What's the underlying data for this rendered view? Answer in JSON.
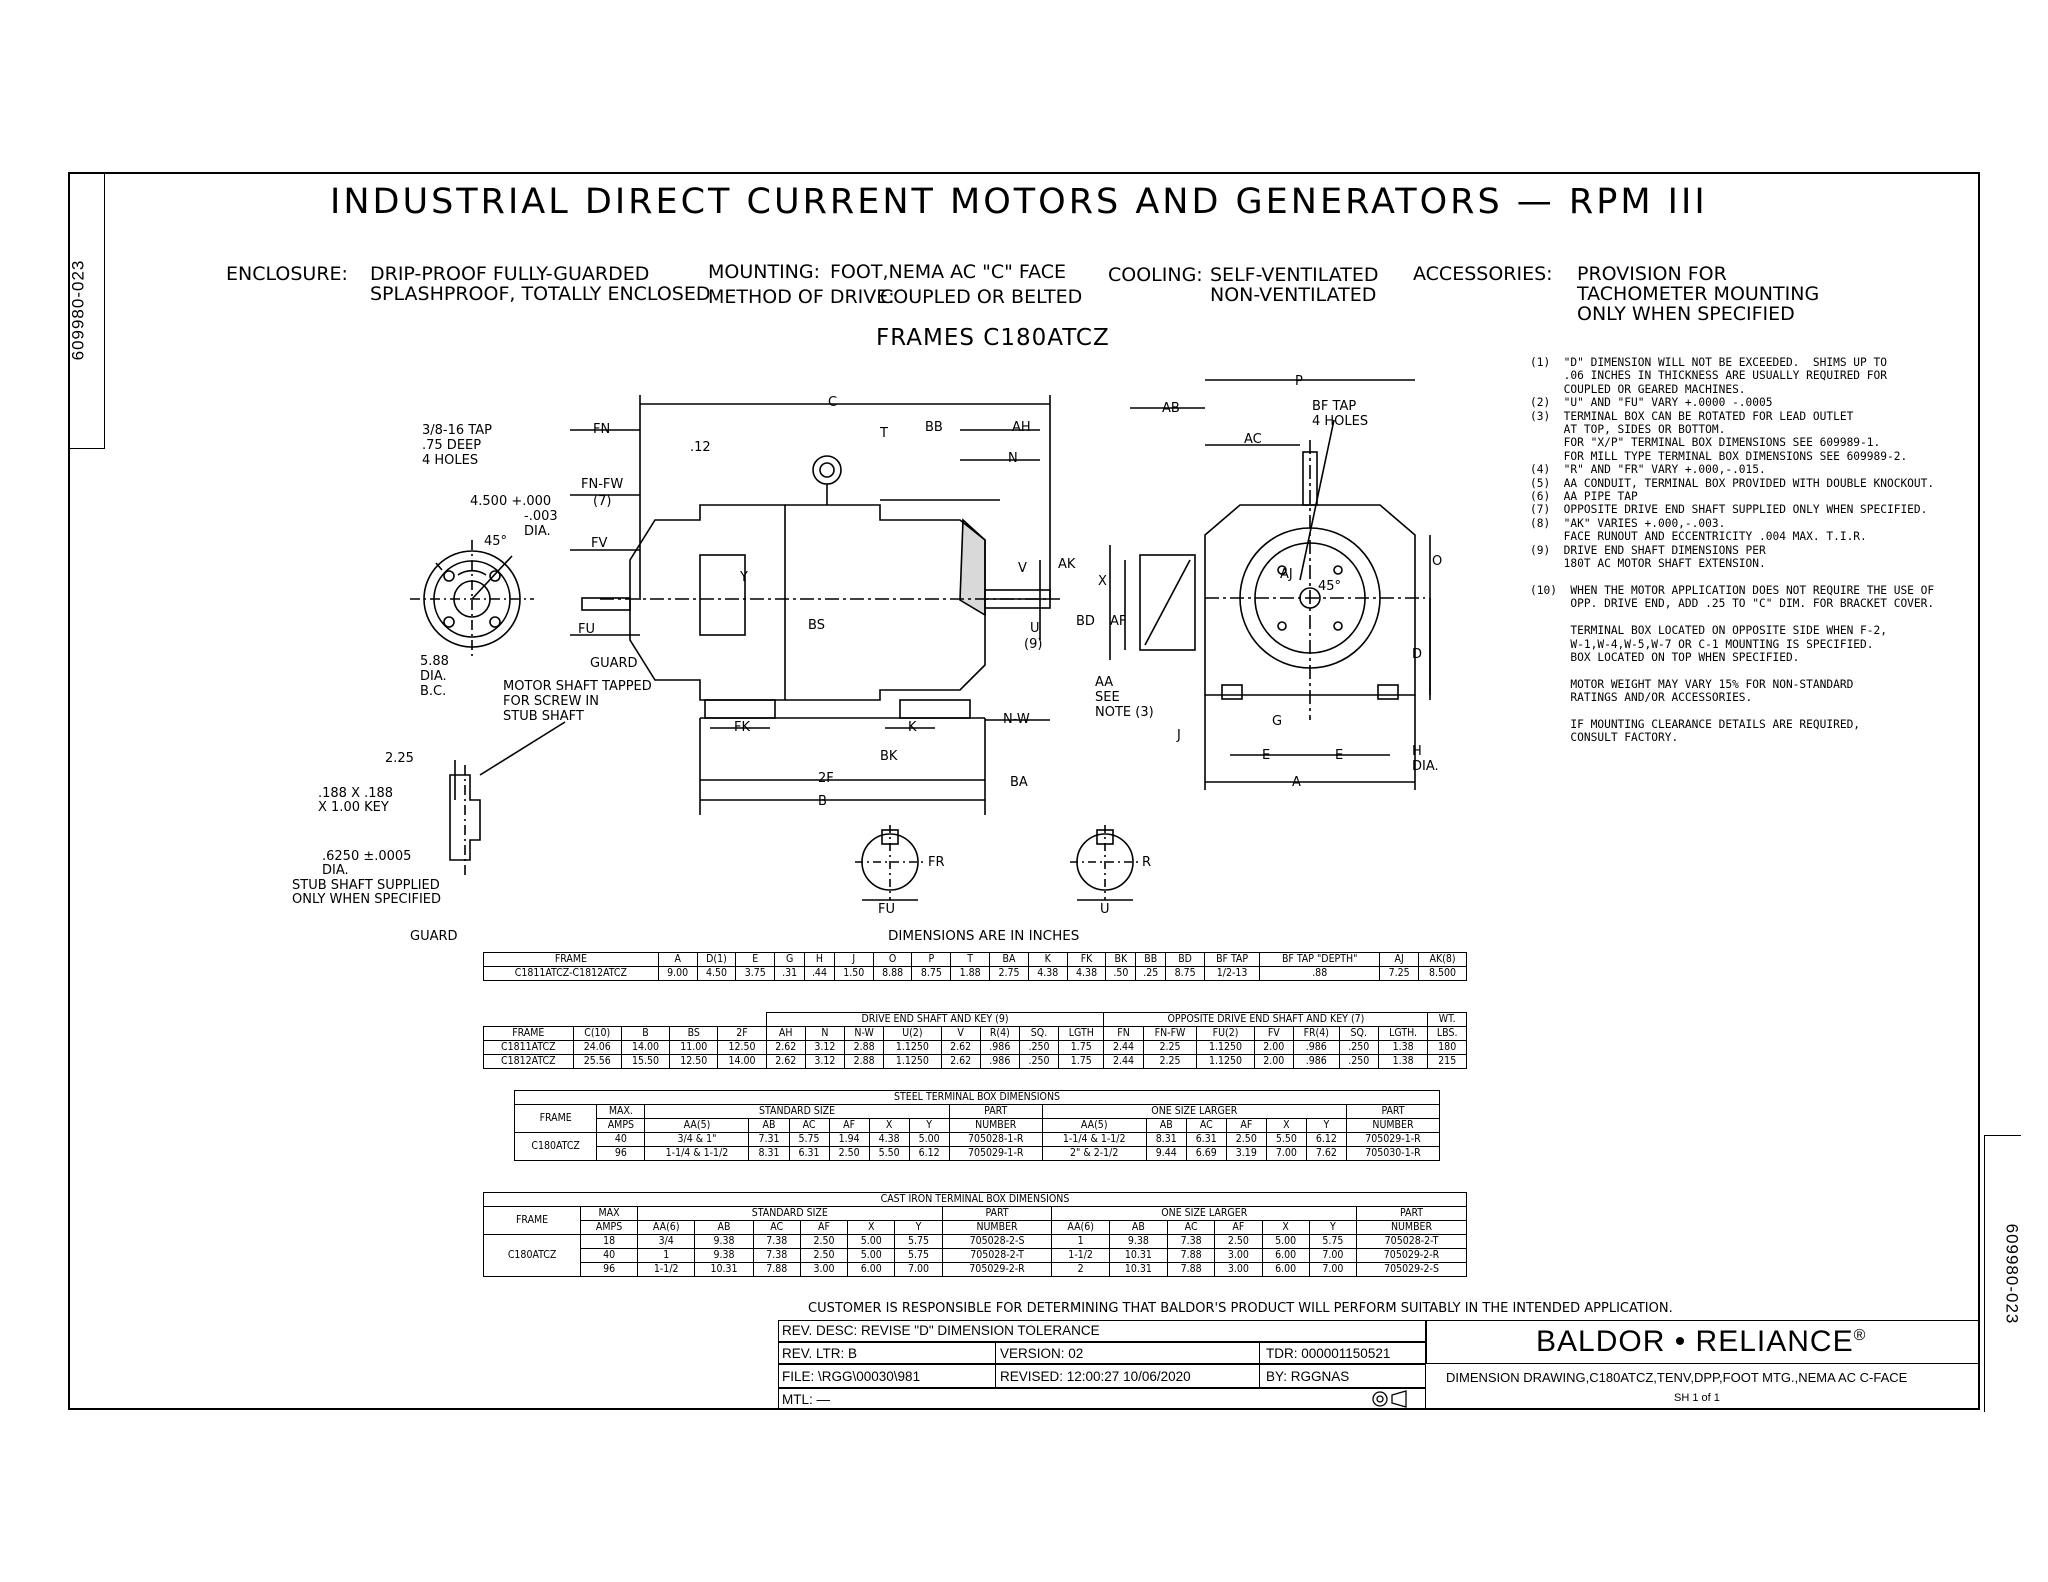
{
  "doc_number": "609980-023",
  "title": "INDUSTRIAL DIRECT CURRENT MOTORS AND GENERATORS — RPM III",
  "specs": {
    "enclosure_label": "ENCLOSURE:",
    "enclosure_values": [
      "DRIP-PROOF FULLY-GUARDED",
      "SPLASHPROOF, TOTALLY ENCLOSED"
    ],
    "mounting_label": "MOUNTING:",
    "mounting_value": "FOOT,NEMA AC \"C\" FACE",
    "drive_label": "METHOD OF DRIVE:",
    "drive_value": "COUPLED OR BELTED",
    "cooling_label": "COOLING:",
    "cooling_values": [
      "SELF-VENTILATED",
      "NON-VENTILATED"
    ],
    "accessories_label": "ACCESSORIES:",
    "accessories_values": [
      "PROVISION FOR",
      "TACHOMETER MOUNTING",
      "ONLY WHEN SPECIFIED"
    ]
  },
  "frames_heading": "FRAMES C180ATCZ",
  "notes": [
    "(1)  \"D\" DIMENSION WILL NOT BE EXCEEDED.  SHIMS UP TO",
    "     .06 INCHES IN THICKNESS ARE USUALLY REQUIRED FOR",
    "     COUPLED OR GEARED MACHINES.",
    "(2)  \"U\" AND \"FU\" VARY +.0000 -.0005",
    "(3)  TERMINAL BOX CAN BE ROTATED FOR LEAD OUTLET",
    "     AT TOP, SIDES OR BOTTOM.",
    "     FOR \"X/P\" TERMINAL BOX DIMENSIONS SEE 609989-1.",
    "     FOR MILL TYPE TERMINAL BOX DIMENSIONS SEE 609989-2.",
    "(4)  \"R\" AND \"FR\" VARY +.000,-.015.",
    "(5)  AA CONDUIT, TERMINAL BOX PROVIDED WITH DOUBLE KNOCKOUT.",
    "(6)  AA PIPE TAP",
    "(7)  OPPOSITE DRIVE END SHAFT SUPPLIED ONLY WHEN SPECIFIED.",
    "(8)  \"AK\" VARIES +.000,-.003.",
    "     FACE RUNOUT AND ECCENTRICITY .004 MAX. T.I.R.",
    "(9)  DRIVE END SHAFT DIMENSIONS PER",
    "     180T AC MOTOR SHAFT EXTENSION.",
    "",
    "(10)  WHEN THE MOTOR APPLICATION DOES NOT REQUIRE THE USE OF",
    "      OPP. DRIVE END, ADD .25 TO \"C\" DIM. FOR BRACKET COVER.",
    "",
    "      TERMINAL BOX LOCATED ON OPPOSITE SIDE WHEN F-2,",
    "      W-1,W-4,W-5,W-7 OR C-1 MOUNTING IS SPECIFIED.",
    "      BOX LOCATED ON TOP WHEN SPECIFIED.",
    "",
    "      MOTOR WEIGHT MAY VARY 15% FOR NON-STANDARD",
    "      RATINGS AND/OR ACCESSORIES.",
    "",
    "      IF MOUNTING CLEARANCE DETAILS ARE REQUIRED,",
    "      CONSULT FACTORY."
  ],
  "drawing_labels": {
    "tap": "3/8-16 TAP",
    "deep": ".75 DEEP",
    "holes4": "4 HOLES",
    "bolt_circle": "4.500 +.000",
    "bolt_tol": "-.003",
    "bolt_dia": "DIA.",
    "angle45": "45°",
    "dia588": "5.88",
    "dia": "DIA.",
    "bc": "B.C.",
    "guard": "GUARD",
    "shaft_tapped_1": "MOTOR SHAFT TAPPED",
    "shaft_tapped_2": "FOR SCREW IN",
    "shaft_tapped_3": "STUB SHAFT",
    "fn": "FN",
    "fnfw": "FN-FW",
    "n7": "(7)",
    "fv": "FV",
    "fu": "FU",
    "pt12": ".12",
    "c": "C",
    "t": "T",
    "bb": "BB",
    "ah": "AH",
    "n": "N",
    "y": "Y",
    "v": "V",
    "ak": "AK",
    "u": "U",
    "n9": "(9)",
    "bs": "BS",
    "fk": "FK",
    "k": "K",
    "nw": "N-W",
    "bk": "BK",
    "f2": "2F",
    "b": "B",
    "ba": "BA",
    "ab": "AB",
    "p": "P",
    "bftap": "BF TAP",
    "ac": "AC",
    "x": "X",
    "bd": "BD",
    "af": "AF",
    "o": "O",
    "d": "D",
    "aa": "AA",
    "see": "SEE",
    "note3": "NOTE (3)",
    "aj": "AJ",
    "g": "G",
    "j": "J",
    "e": "E",
    "a": "A",
    "h": "H",
    "d225": "2.25",
    "key1": ".188 X .188",
    "key2": "X 1.00 KEY",
    "stub_dia1": ".6250 ±.0005",
    "stub_dia2": "DIA.",
    "stub1": "STUB SHAFT SUPPLIED",
    "stub2": "ONLY WHEN SPECIFIED",
    "fr": "FR",
    "r": "R"
  },
  "dims_caption": "DIMENSIONS ARE IN INCHES",
  "table1": {
    "headers": [
      "FRAME",
      "A",
      "D(1)",
      "E",
      "G",
      "H",
      "J",
      "O",
      "P",
      "T",
      "BA",
      "K",
      "FK",
      "BK",
      "BB",
      "BD",
      "BF TAP",
      "BF TAP \"DEPTH\"",
      "AJ",
      "AK(8)"
    ],
    "row": [
      "C1811ATCZ-C1812ATCZ",
      "9.00",
      "4.50",
      "3.75",
      ".31",
      ".44",
      "1.50",
      "8.88",
      "8.75",
      "1.88",
      "2.75",
      "4.38",
      "4.38",
      ".50",
      ".25",
      "8.75",
      "1/2-13",
      ".88",
      "7.25",
      "8.500"
    ]
  },
  "table2": {
    "group_de": "DRIVE END SHAFT AND KEY (9)",
    "group_ode": "OPPOSITE DRIVE END SHAFT AND KEY (7)",
    "wt": "WT.",
    "headers": [
      "FRAME",
      "C(10)",
      "B",
      "BS",
      "2F",
      "AH",
      "N",
      "N-W",
      "U(2)",
      "V",
      "R(4)",
      "SQ.",
      "LGTH",
      "FN",
      "FN-FW",
      "FU(2)",
      "FV",
      "FR(4)",
      "SQ.",
      "LGTH.",
      "LBS."
    ],
    "rows": [
      [
        "C1811ATCZ",
        "24.06",
        "14.00",
        "11.00",
        "12.50",
        "2.62",
        "3.12",
        "2.88",
        "1.1250",
        "2.62",
        ".986",
        ".250",
        "1.75",
        "2.44",
        "2.25",
        "1.1250",
        "2.00",
        ".986",
        ".250",
        "1.38",
        "180"
      ],
      [
        "C1812ATCZ",
        "25.56",
        "15.50",
        "12.50",
        "14.00",
        "2.62",
        "3.12",
        "2.88",
        "1.1250",
        "2.62",
        ".986",
        ".250",
        "1.75",
        "2.44",
        "2.25",
        "1.1250",
        "2.00",
        ".986",
        ".250",
        "1.38",
        "215"
      ]
    ]
  },
  "table3": {
    "title": "STEEL TERMINAL BOX DIMENSIONS",
    "frame": "FRAME",
    "max": "MAX.",
    "amps": "AMPS",
    "std": "STANDARD SIZE",
    "larger": "ONE SIZE LARGER",
    "part": "PART",
    "number": "NUMBER",
    "sub": [
      "AA(5)",
      "AB",
      "AC",
      "AF",
      "X",
      "Y"
    ],
    "frame_value": "C180ATCZ",
    "rows": [
      [
        "40",
        "3/4 & 1\"",
        "7.31",
        "5.75",
        "1.94",
        "4.38",
        "5.00",
        "705028-1-R",
        "1-1/4 & 1-1/2",
        "8.31",
        "6.31",
        "2.50",
        "5.50",
        "6.12",
        "705029-1-R"
      ],
      [
        "96",
        "1-1/4 & 1-1/2",
        "8.31",
        "6.31",
        "2.50",
        "5.50",
        "6.12",
        "705029-1-R",
        "2\" & 2-1/2",
        "9.44",
        "6.69",
        "3.19",
        "7.00",
        "7.62",
        "705030-1-R"
      ]
    ]
  },
  "table4": {
    "title": "CAST IRON TERMINAL BOX DIMENSIONS",
    "frame": "FRAME",
    "max": "MAX",
    "amps": "AMPS",
    "std": "STANDARD SIZE",
    "larger": "ONE SIZE LARGER",
    "part": "PART",
    "number": "NUMBER",
    "sub": [
      "AA(6)",
      "AB",
      "AC",
      "AF",
      "X",
      "Y"
    ],
    "frame_value": "C180ATCZ",
    "rows": [
      [
        "18",
        "3/4",
        "9.38",
        "7.38",
        "2.50",
        "5.00",
        "5.75",
        "705028-2-S",
        "1",
        "9.38",
        "7.38",
        "2.50",
        "5.00",
        "5.75",
        "705028-2-T"
      ],
      [
        "40",
        "1",
        "9.38",
        "7.38",
        "2.50",
        "5.00",
        "5.75",
        "705028-2-T",
        "1-1/2",
        "10.31",
        "7.88",
        "3.00",
        "6.00",
        "7.00",
        "705029-2-R"
      ],
      [
        "96",
        "1-1/2",
        "10.31",
        "7.88",
        "3.00",
        "6.00",
        "7.00",
        "705029-2-R",
        "2",
        "10.31",
        "7.88",
        "3.00",
        "6.00",
        "7.00",
        "705029-2-S"
      ]
    ]
  },
  "disclaimer": "CUSTOMER IS RESPONSIBLE FOR DETERMINING THAT BALDOR'S PRODUCT WILL PERFORM SUITABLY IN THE INTENDED APPLICATION.",
  "titleblock": {
    "rev_desc": "REV. DESC:  REVISE \"D\" DIMENSION TOLERANCE",
    "rev_ltr": "REV. LTR:  B",
    "version": "VERSION: 02",
    "tdr": "TDR: 000001150521",
    "file": "FILE: \\RGG\\00030\\981",
    "revised": "REVISED: 12:00:27 10/06/2020",
    "by": "BY:   RGGNAS",
    "mtl": "MTL: —",
    "company": "BALDOR • RELIANCE",
    "reg": "®",
    "description": "DIMENSION DRAWING,C180ATCZ,TENV,DPP,FOOT MTG.,NEMA AC C-FACE",
    "sheet": "SH 1 of 1"
  }
}
